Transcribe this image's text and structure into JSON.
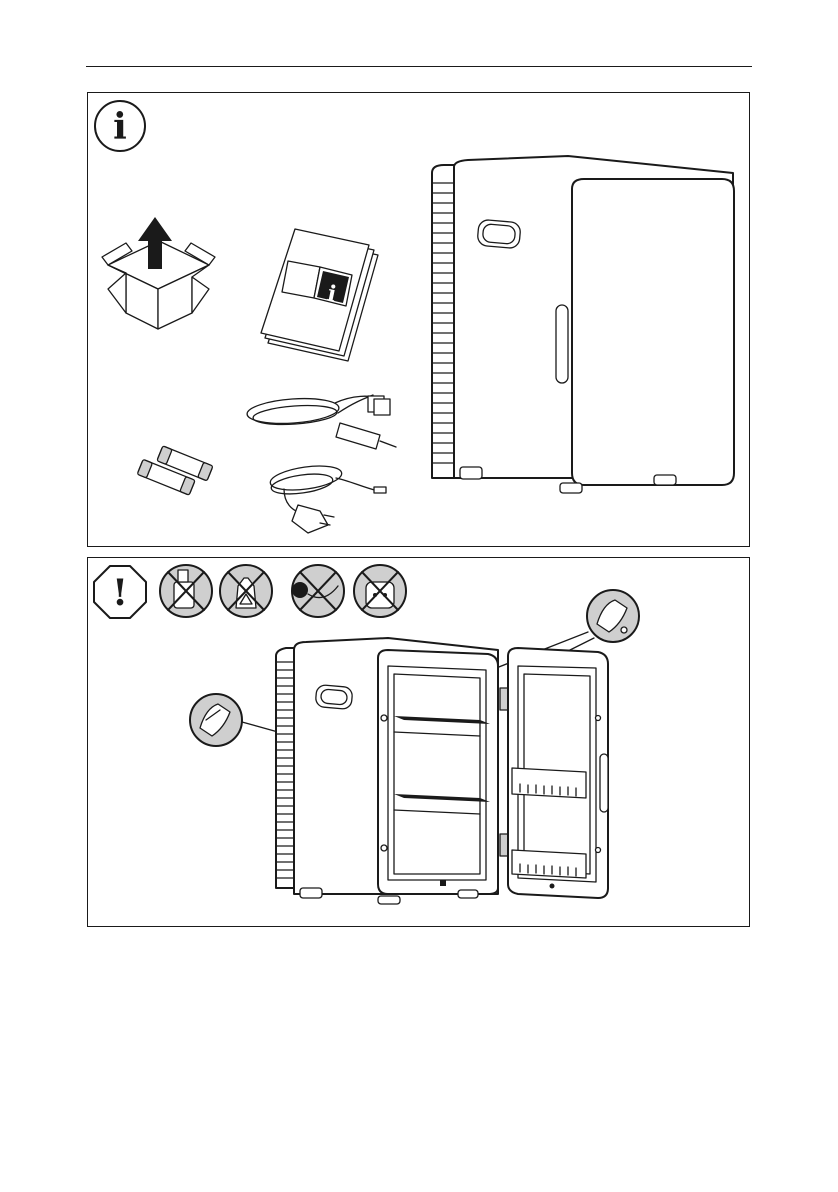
{
  "page": {
    "sections": [
      {
        "id": "scope-of-delivery",
        "icon": "info-icon",
        "glyph": "i",
        "items": [
          "cardboard-box-icon",
          "manual-icon",
          "fuses-icon",
          "dc-cable-icon",
          "ac-cable-icon",
          "refrigerator-closed-icon"
        ]
      },
      {
        "id": "cleaning",
        "icon": "warning-icon",
        "glyph": "!",
        "items": [
          "no-abrasive-spray-icon",
          "no-abrasive-bottle-icon",
          "no-immersion-plug-icon",
          "no-wet-socket-icon",
          "wipe-cloth-icon",
          "refrigerator-open-icon"
        ]
      }
    ],
    "colors": {
      "line": "#1a1a1a",
      "shade": "#cfcfcf",
      "background": "#ffffff"
    }
  }
}
